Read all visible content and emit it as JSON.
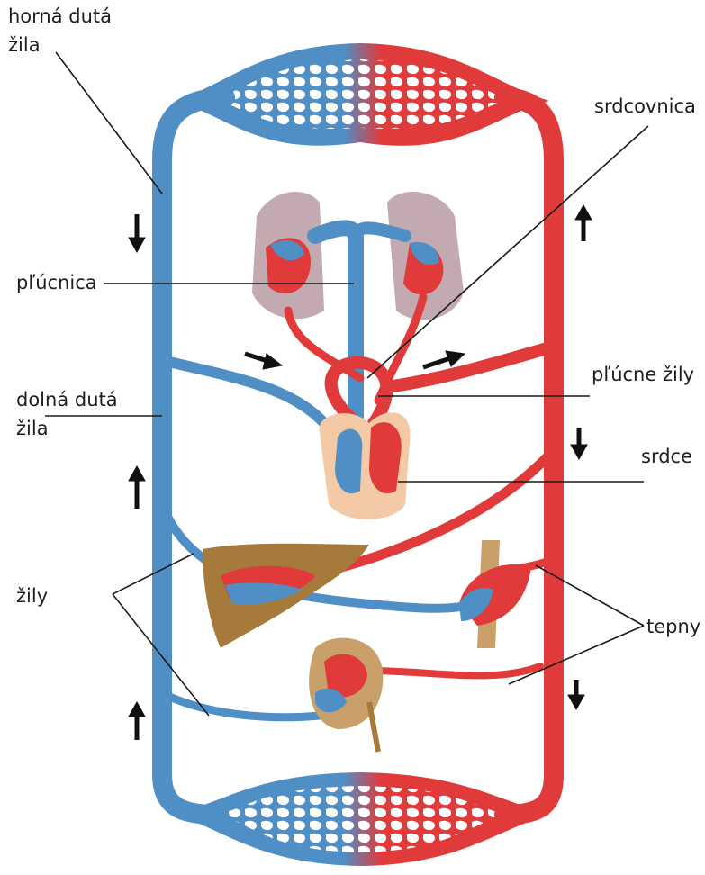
{
  "labels": {
    "superior_vena_cava_line1": "horná dutá",
    "superior_vena_cava_line2": "žila",
    "pulmonary_artery": "pľúcnica",
    "inferior_vena_cava_line1": "dolná dutá",
    "inferior_vena_cava_line2": "žila",
    "veins": "žily",
    "aorta": "srdcovnica",
    "pulmonary_veins": "pľúcne žily",
    "heart": "srdce",
    "arteries": "tepny"
  },
  "colors": {
    "vein_blue": "#4f8fc6",
    "artery_red": "#e03a3a",
    "lung": "#b89aa2",
    "heart_tissue": "#f3c9a6",
    "organ_brown": "#a57a3b",
    "arrow": "#111111"
  }
}
